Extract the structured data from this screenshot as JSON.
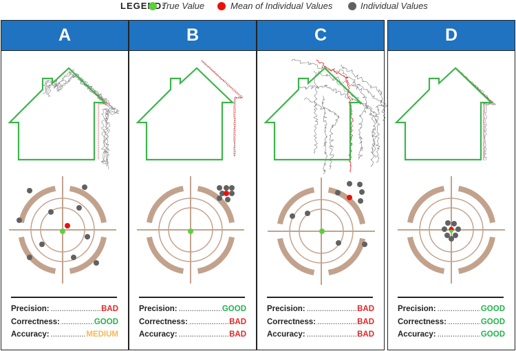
{
  "legend": {
    "title": "LEGEND:",
    "true_value": "True Value",
    "mean": "Mean of Individual Values",
    "individual": "Individual Values"
  },
  "colors": {
    "header_bg": "#1f73c0",
    "true_value": "#5ccf3f",
    "mean": "#e8120c",
    "individual": "#616161",
    "target_ring": "#c2a28c",
    "house_outline": "#3cb44b",
    "good": "#22b24c",
    "bad": "#e22626",
    "medium": "#f5b85a"
  },
  "panels": [
    {
      "id": "A",
      "metrics": [
        {
          "label": "Precision:",
          "value": "BAD",
          "rating": "bad"
        },
        {
          "label": "Correctness:",
          "value": "GOOD",
          "rating": "good"
        },
        {
          "label": "Accuracy:",
          "value": "MEDIUM",
          "rating": "medium"
        }
      ]
    },
    {
      "id": "B",
      "metrics": [
        {
          "label": "Precision:",
          "value": "GOOD",
          "rating": "good"
        },
        {
          "label": "Correctness:",
          "value": "BAD",
          "rating": "bad"
        },
        {
          "label": "Accuracy:",
          "value": "BAD",
          "rating": "bad"
        }
      ]
    },
    {
      "id": "C",
      "metrics": [
        {
          "label": "Precision:",
          "value": "BAD",
          "rating": "bad"
        },
        {
          "label": "Correctness:",
          "value": "BAD",
          "rating": "bad"
        },
        {
          "label": "Accuracy:",
          "value": "BAD",
          "rating": "bad"
        }
      ]
    },
    {
      "id": "D",
      "metrics": [
        {
          "label": "Precision:",
          "value": "GOOD",
          "rating": "good"
        },
        {
          "label": "Correctness:",
          "value": "GOOD",
          "rating": "good"
        },
        {
          "label": "Accuracy:",
          "value": "GOOD",
          "rating": "good"
        }
      ]
    }
  ]
}
